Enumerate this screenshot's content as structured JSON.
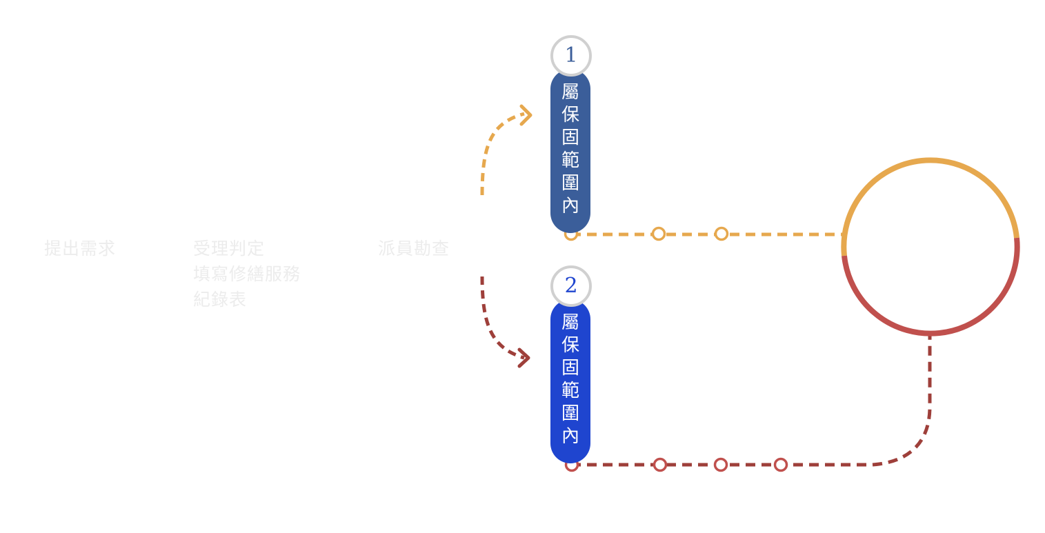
{
  "steps": [
    {
      "lines": [
        "提出需求"
      ]
    },
    {
      "lines": [
        "受理判定",
        "填寫修繕服務",
        "紀錄表"
      ]
    },
    {
      "lines": [
        "派員勘查"
      ]
    }
  ],
  "branches": [
    {
      "number": "1",
      "label_chars": [
        "屬",
        "保",
        "固",
        "範",
        "圍",
        "內"
      ],
      "pill_color": "#3b5e9a",
      "number_color": "#3b5e9a",
      "route_color": "#e6a84e",
      "arrow_color": "#e6a84e"
    },
    {
      "number": "2",
      "label_chars": [
        "屬",
        "保",
        "固",
        "範",
        "圍",
        "內"
      ],
      "pill_color": "#1f45cf",
      "number_color": "#1f45cf",
      "route_color": "#c0504d",
      "arrow_color": "#9e3f3a"
    }
  ],
  "colors": {
    "step_text": "#ececec",
    "badge_ring": "#d0d0d0",
    "ring_top": "#e6a84e",
    "ring_bottom": "#c0504d"
  }
}
